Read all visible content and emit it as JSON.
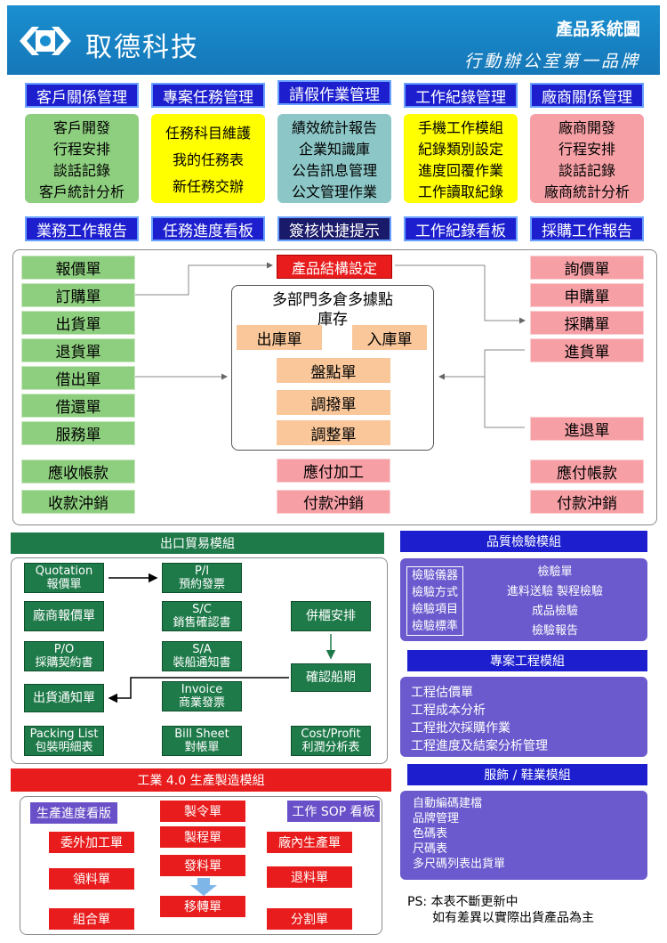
{
  "header": {
    "company": "取德科技",
    "title": "產品系統圖",
    "slogan": "行動辦公室第一品牌"
  },
  "modules": [
    "客戶關係管理",
    "專案任務管理",
    "請假作業管理",
    "工作紀錄管理",
    "廠商關係管理"
  ],
  "lists": [
    [
      "客戶開發",
      "行程安排",
      "談話記錄",
      "客戶統計分析"
    ],
    [
      "任務科目維護",
      "我的任務表",
      "新任務交辦"
    ],
    [
      "績效統計報告",
      "企業知識庫",
      "公告訊息管理",
      "公文管理作業"
    ],
    [
      "手機工作模組",
      "紀錄類別設定",
      "進度回覆作業",
      "工作讀取紀錄"
    ],
    [
      "廠商開發",
      "行程安排",
      "談話記錄",
      "廠商統計分析"
    ]
  ],
  "reports": [
    "業務工作報告",
    "任務進度看板",
    "簽核快捷提示",
    "工作紀錄看板",
    "採購工作報告"
  ],
  "sales": [
    "報價單",
    "訂購單",
    "出貨單",
    "退貨單",
    "借出單",
    "借還單",
    "服務單"
  ],
  "sales_ar": [
    "應收帳款",
    "收款沖銷"
  ],
  "purchase": [
    "詢價單",
    "申購單",
    "採購單",
    "進貨單"
  ],
  "purchase_ret": "進退單",
  "purchase_ap": [
    "應付帳款",
    "付款沖銷"
  ],
  "product_bom": "產品結構設定",
  "inventory": {
    "title_l1": "多部門多倉多據點",
    "title_l2": "庫存",
    "out": "出庫單",
    "in": "入庫單",
    "items": [
      "盤點單",
      "調撥單",
      "調整單"
    ]
  },
  "mid_ap": [
    "應付加工",
    "付款沖銷"
  ],
  "export": {
    "title": "出口貿易模組",
    "quotation": [
      "Quotation",
      "報價單"
    ],
    "vendor_quote": "廠商報價單",
    "po": [
      "P/O",
      "採購契約書"
    ],
    "ship_notice": "出貨通知單",
    "packing": [
      "Packing List",
      "包裝明細表"
    ],
    "pi": [
      "P/I",
      "預約發票"
    ],
    "sc": [
      "S/C",
      "銷售確認書"
    ],
    "sa": [
      "S/A",
      "裝船通知書"
    ],
    "invoice": [
      "Invoice",
      "商業發票"
    ],
    "bill": [
      "Bill Sheet",
      "對帳單"
    ],
    "consolidate": "併櫃安排",
    "confirm_ship": "確認船期",
    "cost": [
      "Cost/Profit",
      "利潤分析表"
    ]
  },
  "quality": {
    "title": "品質檢驗模組",
    "left": [
      "檢驗儀器",
      "檢驗方式",
      "檢驗項目",
      "檢驗標準"
    ],
    "right": [
      "檢驗單",
      "進料送驗  製程檢驗",
      "成品檢驗",
      "檢驗報告"
    ]
  },
  "project": {
    "title": "專案工程模組",
    "items": [
      "工程估價單",
      "工程成本分析",
      "工程批次採購作業",
      "工程進度及結案分析管理"
    ]
  },
  "apparel": {
    "title": "服飾 / 鞋業模組",
    "items": [
      "自動編碼建檔",
      "品牌管理",
      "色碼表",
      "尺碼表",
      "多尺碼列表出貨單"
    ]
  },
  "manufacture": {
    "title": "工業 4.0 生產製造模組",
    "board_l": "生產進度看版",
    "board_r": "工作 SOP 看板",
    "left": [
      "委外加工單",
      "領料單",
      "組合單"
    ],
    "center": [
      "製令單",
      "製程單",
      "發料單",
      "移轉單"
    ],
    "right": [
      "廠內生產單",
      "退料單",
      "分割單"
    ]
  },
  "ps": {
    "l1": "PS: 本表不斷更新中",
    "l2": "如有差異以實際出貨產品為主"
  },
  "colors": {
    "header": "#1a8fd0",
    "module_blue": "#1d1fcf",
    "dark_green": "#1f7a4a",
    "red": "#e81c1c",
    "purple": "#6a5acd"
  }
}
